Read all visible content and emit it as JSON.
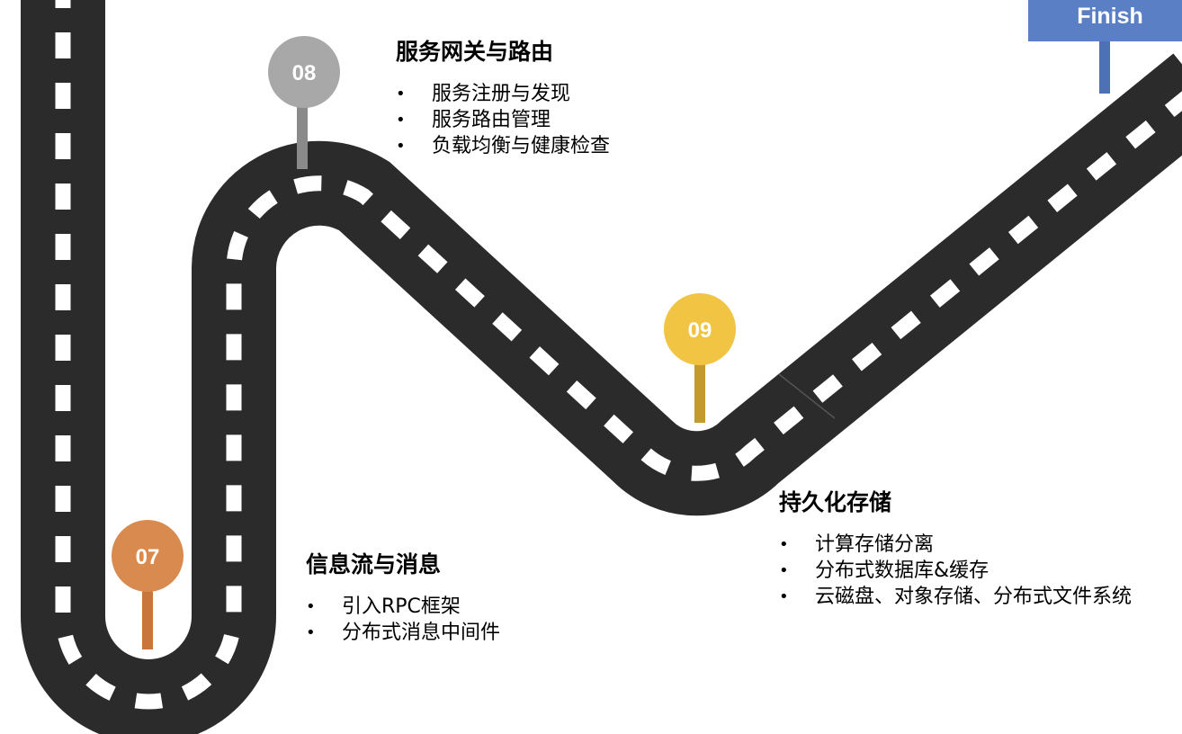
{
  "finish": {
    "label": "Finish",
    "color": "#5a7fc4"
  },
  "road": {
    "color": "#2b2b2b",
    "dash_color": "#ffffff"
  },
  "milestones": [
    {
      "id": "07",
      "number": "07",
      "color": "#d98a4e",
      "title": "信息流与消息",
      "items": [
        "引入RPC框架",
        "分布式消息中间件"
      ]
    },
    {
      "id": "08",
      "number": "08",
      "color": "#a8a8a8",
      "title": "服务网关与路由",
      "items": [
        "服务注册与发现",
        "服务路由管理",
        "负载均衡与健康检查"
      ]
    },
    {
      "id": "09",
      "number": "09",
      "color": "#f2c443",
      "title": "持久化存储",
      "items": [
        "计算存储分离",
        "分布式数据库&缓存",
        "云磁盘、对象存储、分布式文件系统"
      ]
    }
  ]
}
